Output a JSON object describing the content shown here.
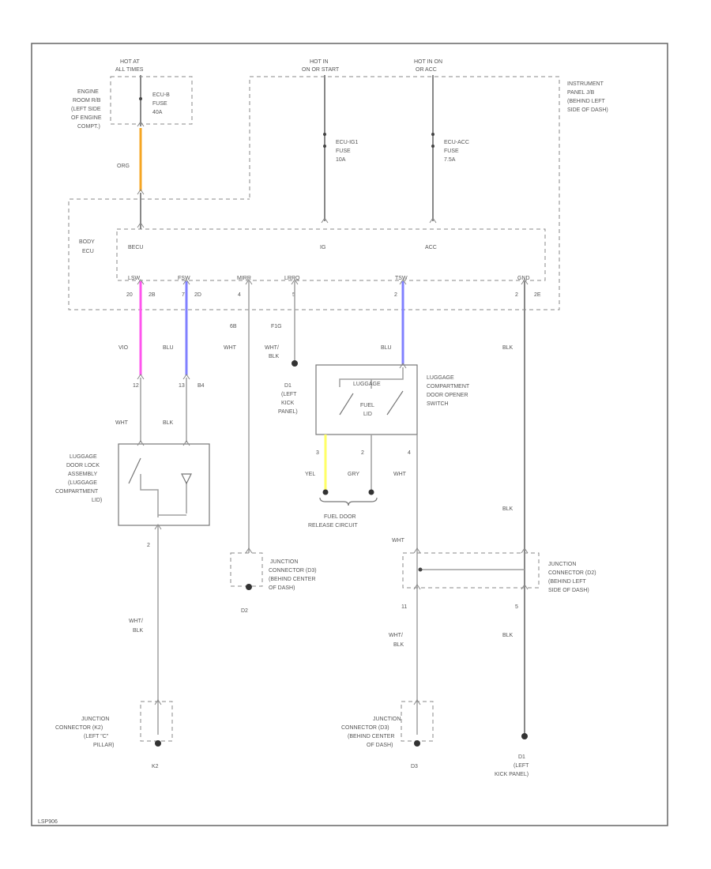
{
  "colors": {
    "orange": "#f5a623",
    "magenta": "#ff55ee",
    "blue": "#8080ff",
    "yellow": "#ffff66",
    "wire": "#888888"
  },
  "labels": {
    "hot_at_top_left": "HOT AT",
    "hot_at_top_left_2": "ALL TIMES",
    "engine_room": [
      "ENGINE",
      "ROOM R/B",
      "(LEFT SIDE",
      "OF ENGINE",
      "COMPT.)"
    ],
    "ecu_b_fuse": [
      "ECU-B",
      "FUSE",
      "40A"
    ],
    "hot_in_run": "HOT IN",
    "hot_in_run_2": "ON OR START",
    "hot_in_acc": "HOT IN ON",
    "hot_in_acc_2": "OR ACC",
    "ecu_ig_fuse": [
      "ECU-IG1",
      "FUSE",
      "10A"
    ],
    "ecu_acc_fuse": [
      "ECU-ACC",
      "FUSE",
      "7.5A"
    ],
    "instrument_panel": [
      "INSTRUMENT",
      "PANEL J/B",
      "(BEHIND LEFT",
      "SIDE OF DASH)"
    ],
    "wire_org": "ORG",
    "body_ecu": [
      "BODY",
      "ECU"
    ],
    "becu": "BECU",
    "ig": "IG",
    "acc": "ACC",
    "pin_lsw": "LSW",
    "pin_fsw": "FSW",
    "pin_mir": "MIRR",
    "pin_lrrq": "LRRQ",
    "pin_tsw": "TSW",
    "pin_gnd": "GND",
    "num_20": "20",
    "num_20b": "2B",
    "num_7": "7",
    "num_2d": "2D",
    "num_4": "4",
    "num_5": "5",
    "num_2": "2",
    "num_2f": "2E",
    "num_6b": "6B",
    "num_f1": "F1G",
    "wire_vio": "VIO",
    "wire_blu": "BLU",
    "wire_wht": "WHT",
    "wire_wht_blk": [
      "WHT/",
      "BLK"
    ],
    "wire_blu2": "BLU",
    "wire_blk": "BLK",
    "d1_left": [
      "D1",
      "(LEFT",
      "KICK",
      "PANEL)"
    ],
    "pin_12": "12",
    "pin_13": "13",
    "pin_b4": "B4",
    "luggage_switch": [
      "LUGGAGE",
      "COMPARTMENT",
      "DOOR OPENER",
      "SWITCH"
    ],
    "luggage_label_sw": "LUGGAGE",
    "fuel_label_sw": "FUEL",
    "fuel_label_sw2": "LID",
    "pin_s1": "3",
    "pin_s2": "2",
    "pin_s3": "4",
    "wire_yel": "YEL",
    "wire_gry": "GRY",
    "wire_wht2": "WHT",
    "fuel_door": [
      "FUEL DOOR",
      "RELEASE CIRCUIT"
    ],
    "door_lock": [
      "LUGGAGE",
      "DOOR LOCK",
      "ASSEMBLY",
      "(LUGGAGE",
      "COMPARTMENT",
      "LID)"
    ],
    "pin_2a": "2",
    "wire_wht3": "WHT",
    "wire_wht_blk2": [
      "WHT/",
      "BLK"
    ],
    "junction_jd3": [
      "JUNCTION",
      "CONNECTOR (D3)",
      "(BEHIND CENTER",
      "OF DASH)"
    ],
    "ground_d2": "D2",
    "junction_jd2": [
      "JUNCTION",
      "CONNECTOR (D2)",
      "(BEHIND LEFT",
      "SIDE OF DASH)"
    ],
    "num_11": "11",
    "num_5b": "5",
    "wire_wht4": "WHT",
    "wire_blk2": "BLK",
    "wire_blk3": "BLK",
    "wire_wht_blk3": [
      "WHT/",
      "BLK"
    ],
    "junction_jk2": [
      "JUNCTION",
      "CONNECTOR (K2)",
      "(LEFT \"C\"",
      "PILLAR)"
    ],
    "ground_k2": "K2",
    "junction_jd3b": [
      "JUNCTION",
      "CONNECTOR (D3)",
      "(BEHIND CENTER",
      "OF DASH)"
    ],
    "ground_d3": "D3",
    "ground_d1": [
      "D1",
      "(LEFT",
      "KICK PANEL)"
    ],
    "footer": "LSP906"
  }
}
